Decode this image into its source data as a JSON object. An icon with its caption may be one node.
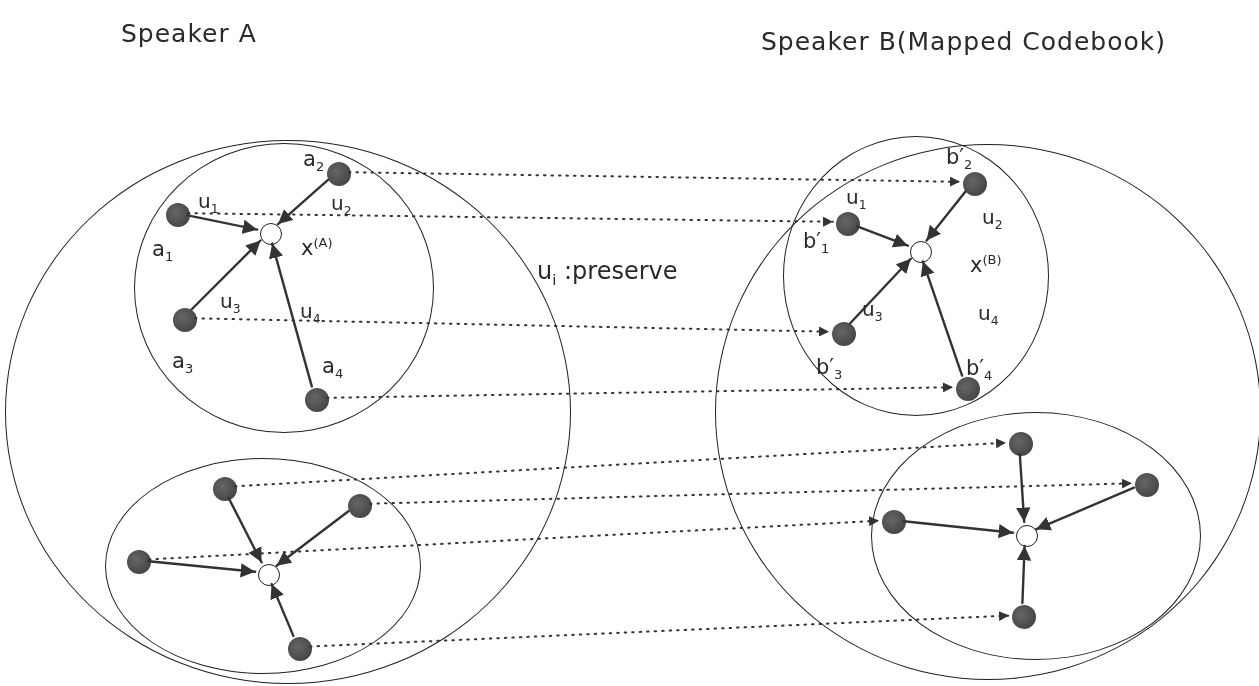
{
  "diagram": {
    "nodes": [
      {
        "text": [
          "Speaker A"
        ]
      },
      {
        "text": [],
        "shape": "circle",
        "in": 0
      },
      {
        "text": [],
        "shape": "circle",
        "in": 1,
        "beside": [
          "a$_{1}$"
        ]
      },
      {
        "text": [],
        "shape": "circle",
        "in": 1,
        "beside": [
          "a$_{2}$"
        ]
      },
      {
        "text": [],
        "shape": "circle",
        "in": 1,
        "beside": [
          "a$_{3}$"
        ]
      },
      {
        "text": [],
        "shape": "circle",
        "in": 1,
        "beside": [
          "a$_{4}$"
        ]
      },
      {
        "text": [],
        "shape": "circle",
        "in": 1,
        "beside": [
          "x$^{(A)}$"
        ]
      },
      {
        "text": [],
        "shape": "circle",
        "in": 0
      },
      {
        "text": [],
        "shape": "circle",
        "in": 7
      },
      {
        "text": [],
        "shape": "circle",
        "in": 7
      },
      {
        "text": [],
        "shape": "circle",
        "in": 7
      },
      {
        "text": [],
        "shape": "circle",
        "in": 7
      },
      {
        "text": [],
        "shape": "circle",
        "in": 7
      },
      {
        "text": [
          "Speaker B(Mapped Codebook)"
        ]
      },
      {
        "text": [],
        "shape": "circle",
        "in": 13
      },
      {
        "text": [],
        "shape": "circle",
        "in": 14,
        "beside": [
          "b′$_{1}$"
        ]
      },
      {
        "text": [],
        "shape": "circle",
        "in": 14,
        "beside": [
          "b′$_{2}$"
        ]
      },
      {
        "text": [],
        "shape": "circle",
        "in": 14,
        "beside": [
          "b′$_{3}$"
        ]
      },
      {
        "text": [],
        "shape": "circle",
        "in": 14,
        "beside": [
          "b′$_{4}$"
        ]
      },
      {
        "text": [],
        "shape": "circle",
        "in": 14,
        "beside": [
          "x$^{(B)}$"
        ]
      },
      {
        "text": [],
        "shape": "circle",
        "in": 13
      },
      {
        "text": [],
        "shape": "circle",
        "in": 20
      },
      {
        "text": [],
        "shape": "circle",
        "in": 20
      },
      {
        "text": [],
        "shape": "circle",
        "in": 20
      },
      {
        "text": [],
        "shape": "circle",
        "in": 20
      },
      {
        "text": [],
        "shape": "circle",
        "in": 20
      }
    ],
    "edges": [
      {
        "from": 2,
        "to": 6,
        "arrow": "to"
      },
      {
        "from": 3,
        "to": 6,
        "arrow": "to"
      },
      {
        "from": 4,
        "to": 6,
        "arrow": "to"
      },
      {
        "from": 5,
        "to": 6,
        "arrow": "to"
      },
      {
        "from": 8,
        "to": 12,
        "arrow": "to"
      },
      {
        "from": 9,
        "to": 12,
        "arrow": "to"
      },
      {
        "from": 10,
        "to": 12,
        "arrow": "to"
      },
      {
        "from": 11,
        "to": 12,
        "arrow": "to"
      },
      {
        "from": 15,
        "to": 19,
        "arrow": "to"
      },
      {
        "from": 16,
        "to": 19,
        "arrow": "to"
      },
      {
        "from": 17,
        "to": 19,
        "arrow": "to"
      },
      {
        "from": 18,
        "to": 19,
        "arrow": "to"
      },
      {
        "from": 21,
        "to": 25,
        "arrow": "to"
      },
      {
        "from": 22,
        "to": 25,
        "arrow": "to"
      },
      {
        "from": 23,
        "to": 25,
        "arrow": "to"
      },
      {
        "from": 24,
        "to": 25,
        "arrow": "to"
      },
      {
        "from": 3,
        "to": 16,
        "arrow": "to",
        "style": "dashed"
      },
      {
        "from": 2,
        "to": 15,
        "arrow": "to",
        "style": "dashed"
      },
      {
        "from": 4,
        "to": 17,
        "arrow": "to",
        "style": "dashed"
      },
      {
        "from": 5,
        "to": 18,
        "arrow": "to",
        "style": "dashed"
      },
      {
        "from": 8,
        "to": 21,
        "arrow": "to",
        "style": "dashed"
      },
      {
        "from": 9,
        "to": 22,
        "arrow": "to",
        "style": "dashed"
      },
      {
        "from": 10,
        "to": 23,
        "arrow": "to",
        "style": "dashed"
      },
      {
        "from": 11,
        "to": 24,
        "arrow": "to",
        "style": "dashed"
      }
    ],
    "labels": [
      "u$_{i}$ :preserve",
      "u$_{1}$",
      "u$_{2}$",
      "u$_{3}$",
      "u$_{4}$",
      "u$_{1}$",
      "u$_{2}$",
      "u$_{3}$",
      "u$_{4}$"
    ]
  }
}
